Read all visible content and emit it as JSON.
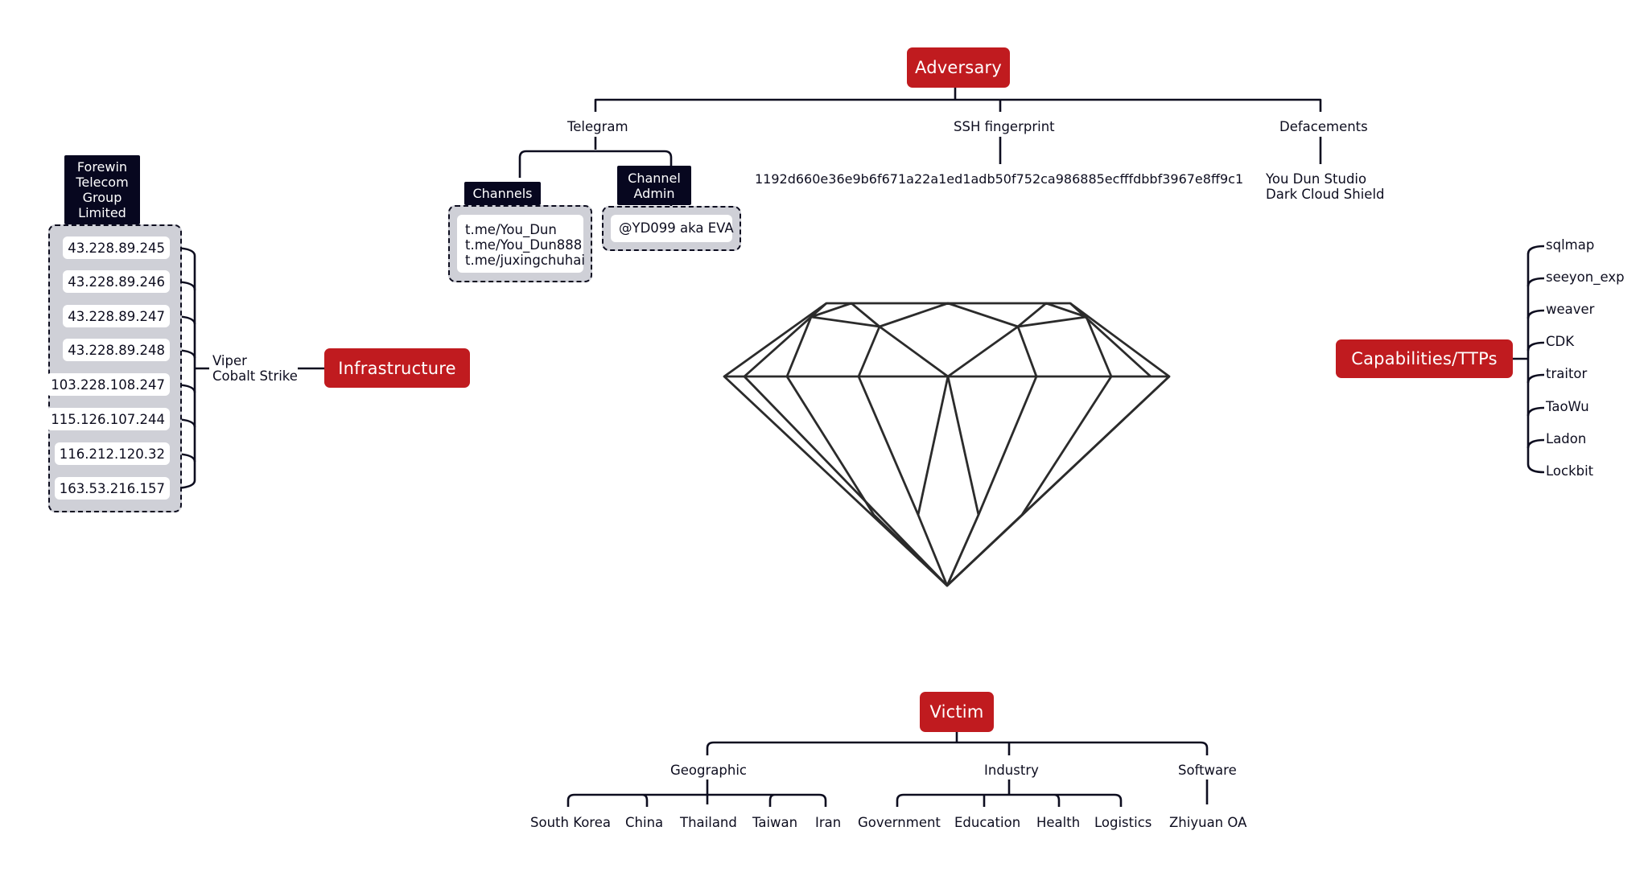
{
  "adversary": {
    "title": "Adversary",
    "telegram": {
      "label": "Telegram",
      "channels": {
        "label": "Channels",
        "items": [
          "t.me/You_Dun",
          "t.me/You_Dun888",
          "t.me/juxingchuhai"
        ]
      },
      "admin": {
        "label_line1": "Channel",
        "label_line2": "Admin",
        "value": "@YD099 aka EVA"
      }
    },
    "ssh": {
      "label": "SSH fingerprint",
      "value": "1192d660e36e9b6f671a22a1ed1adb50f752ca986885ecfffdbbf3967e8ff9c1"
    },
    "defacements": {
      "label": "Defacements",
      "items": [
        "You Dun Studio",
        "Dark Cloud Shield"
      ]
    }
  },
  "infrastructure": {
    "title": "Infrastructure",
    "tools": [
      "Viper",
      "Cobalt Strike"
    ],
    "provider": [
      "Forewin",
      "Telecom",
      "Group",
      "Limited"
    ],
    "ips": [
      "43.228.89.245",
      "43.228.89.246",
      "43.228.89.247",
      "43.228.89.248",
      "103.228.108.247",
      "115.126.107.244",
      "116.212.120.32",
      "163.53.216.157"
    ]
  },
  "capabilities": {
    "title": "Capabilities/TTPs",
    "items": [
      "sqlmap",
      "seeyon_exp",
      "weaver",
      "CDK",
      "traitor",
      "TaoWu",
      "Ladon",
      "Lockbit"
    ]
  },
  "victim": {
    "title": "Victim",
    "geographic": {
      "label": "Geographic",
      "items": [
        "South Korea",
        "China",
        "Thailand",
        "Taiwan",
        "Iran"
      ]
    },
    "industry": {
      "label": "Industry",
      "items": [
        "Government",
        "Education",
        "Health",
        "Logistics"
      ]
    },
    "software": {
      "label": "Software",
      "items": [
        "Zhiyuan OA"
      ]
    }
  },
  "colors": {
    "accent": "#c01b1f",
    "navy": "#07071f",
    "box_fill": "#cfd0d7",
    "line": "#0d0d1f"
  }
}
